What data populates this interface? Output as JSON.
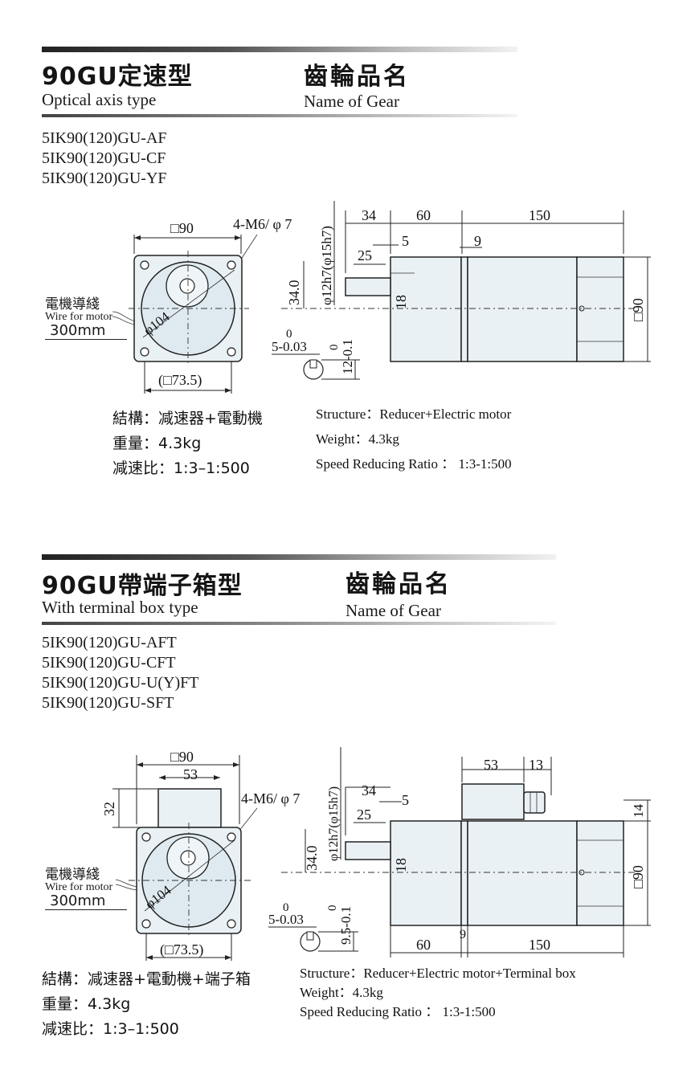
{
  "sections": [
    {
      "type_title": "90GU定速型",
      "type_subtitle": "Optical axis type",
      "gear_title": "齒輪品名",
      "gear_subtitle": "Name of Gear",
      "models": [
        "5IK90(120)GU-AF",
        "5IK90(120)GU-CF",
        "5IK90(120)GU-YF"
      ],
      "drawing": {
        "front": {
          "square": "□90",
          "holes": "4-M6/ φ 7",
          "diameter": "φ104",
          "inner_square": "(□73.5)",
          "wire_cn": "電機導綫",
          "wire_en": "Wire for motor",
          "wire_len": "300mm"
        },
        "side": {
          "d34": "34",
          "d60": "60",
          "d150": "150",
          "d25": "25",
          "d5": "5",
          "d9": "9",
          "shaft": "φ12h7(φ15h7)",
          "d34v": "34.0",
          "d18": "18",
          "d90": "□90"
        },
        "key": {
          "tol_top": "0",
          "tol_main": "5-0.03",
          "tol_top2": "0",
          "tol_main2": "12-0.1"
        }
      },
      "specs_cn": [
        "結構：减速器+電動機",
        "重量：4.3kg",
        "减速比：1:3–1:500"
      ],
      "specs_en": [
        "Structure：Reducer+Electric motor",
        "Weight：4.3kg",
        "Speed Reducing Ratio ： 1:3-1:500"
      ]
    },
    {
      "type_title": "90GU帶端子箱型",
      "type_subtitle": "With terminal box type",
      "gear_title": "齒輪品名",
      "gear_subtitle": "Name of Gear",
      "models": [
        "5IK90(120)GU-AFT",
        "5IK90(120)GU-CFT",
        "5IK90(120)GU-U(Y)FT",
        "5IK90(120)GU-SFT"
      ],
      "drawing": {
        "front": {
          "square": "□90",
          "d53": "53",
          "d32": "32",
          "holes": "4-M6/ φ 7",
          "diameter": "φ104",
          "inner_square": "(□73.5)",
          "wire_cn": "電機導綫",
          "wire_en": "Wire for motor",
          "wire_len": "300mm"
        },
        "side": {
          "shaft": "φ12h7(φ15h7)",
          "d53": "53",
          "d13": "13",
          "d34": "34",
          "d5": "5",
          "d25": "25",
          "d14": "14",
          "d34v": "34.0",
          "d18": "18",
          "d90": "□90",
          "d60": "60",
          "d9": "9",
          "d150": "150"
        },
        "key": {
          "tol_top": "0",
          "tol_main": "5-0.03",
          "tol_top2": "0",
          "tol_main2": "9.5-0.1"
        }
      },
      "specs_cn": [
        "結構：减速器+電動機+端子箱",
        "重量：4.3kg",
        "减速比：1:3–1:500"
      ],
      "specs_en": [
        "Structure：Reducer+Electric motor+Terminal box",
        "Weight：4.3kg",
        "Speed Reducing Ratio ： 1:3-1:500"
      ]
    }
  ]
}
